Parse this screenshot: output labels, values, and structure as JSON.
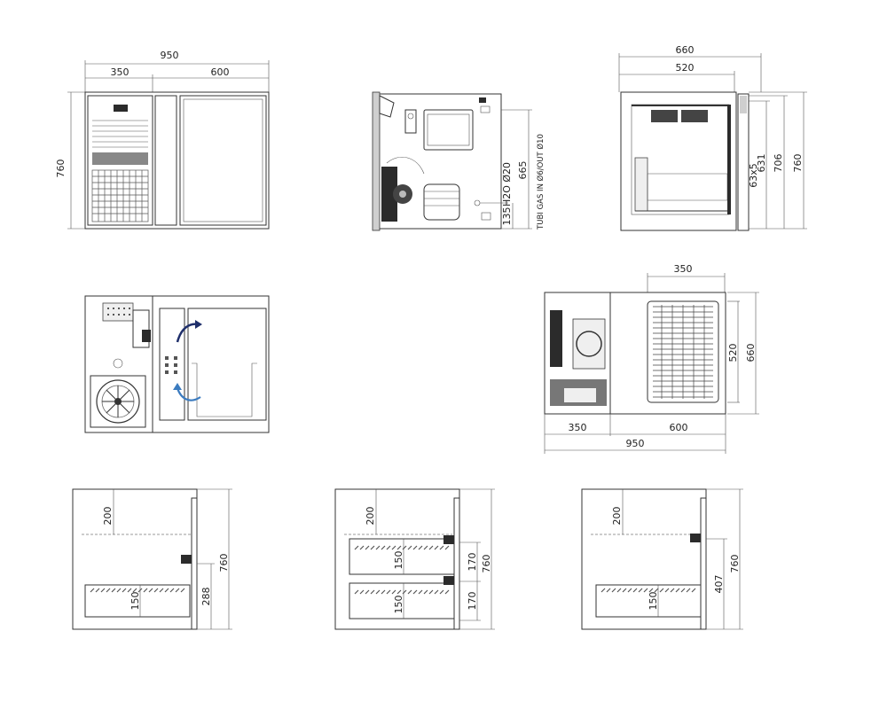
{
  "views": {
    "front": {
      "dims": {
        "total": "950",
        "left": "350",
        "right": "600",
        "height": "760"
      }
    },
    "side_section": {
      "dims": {
        "d135": "135",
        "d665": "665"
      },
      "notes": {
        "water": "H2O Ø20",
        "gas": "TUBI GAS IN Ø6/OUT Ø10"
      }
    },
    "side_right": {
      "dims": {
        "outer": "660",
        "inner": "520",
        "h631": "631",
        "h706": "706",
        "h760": "760",
        "slot": "63x5"
      }
    },
    "top": {
      "dims": {
        "unit": "350",
        "d520": "520",
        "d660": "660",
        "b350": "350",
        "b600": "600",
        "b950": "950"
      }
    },
    "drawer_single": {
      "dims": {
        "top": "200",
        "d150": "150",
        "d288": "288",
        "d760": "760"
      }
    },
    "drawer_double": {
      "dims": {
        "top": "200",
        "d150a": "150",
        "d150b": "150",
        "d170a": "170",
        "d170b": "170",
        "d760": "760"
      }
    },
    "drawer_mixed": {
      "dims": {
        "top": "200",
        "d150": "150",
        "d407": "407",
        "d760": "760"
      }
    }
  },
  "colors": {
    "line": "#333333",
    "accent_arrow": "#1f2f6b",
    "accent_arrow2": "#3b7bbf"
  },
  "icons": [
    "fan-icon",
    "compressor-icon",
    "airflow-arrow-icon",
    "return-arrow-icon"
  ]
}
